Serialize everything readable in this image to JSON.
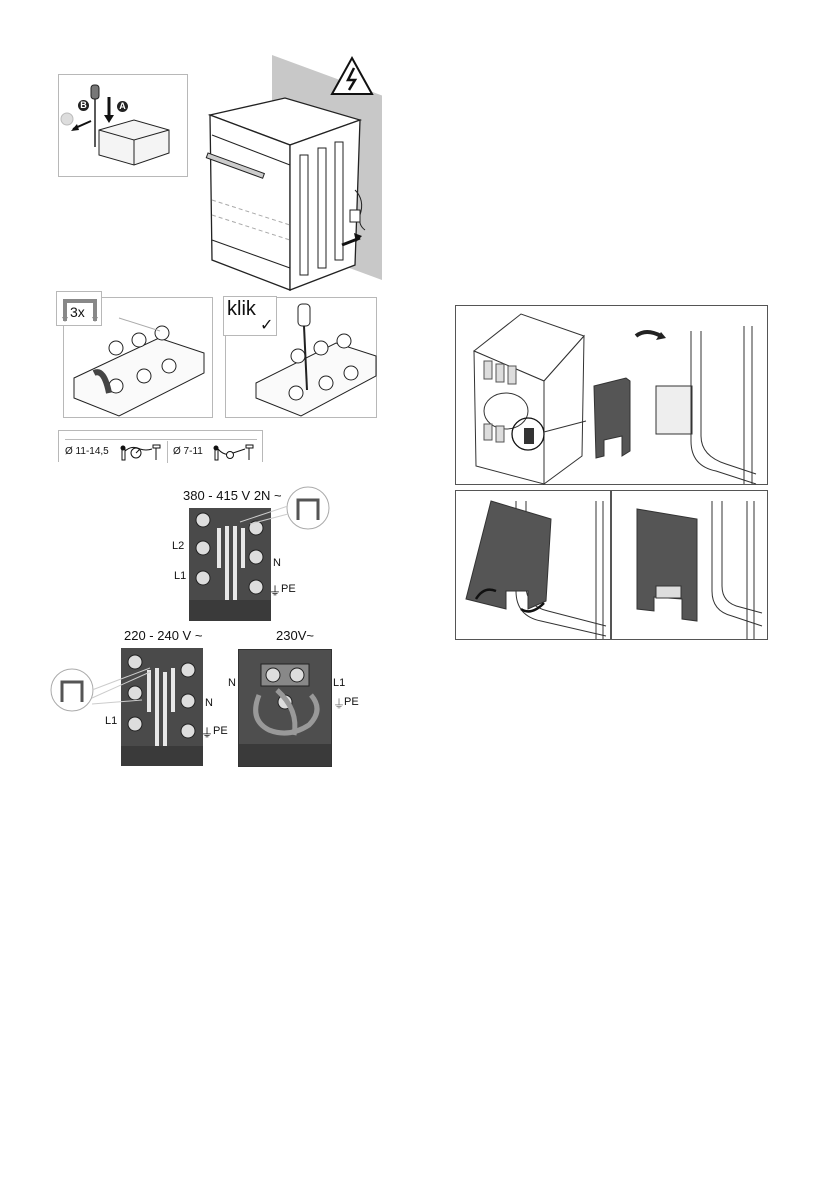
{
  "document": {
    "type": "installation-manual-page",
    "background": "#ffffff"
  },
  "figure_top_left": {
    "name": "connection-box-removal",
    "inset_labels": {
      "step_a": "A",
      "step_b": "B"
    },
    "warning_icon": "electric-hazard-icon",
    "wall_color": "#c8c8c8"
  },
  "figure_strain_relief": {
    "clamp_panel": {
      "label": "3x"
    },
    "screw_panel": {
      "label": "klik",
      "check_glyph": "✓"
    },
    "cable_diameters": [
      {
        "label": "Ø 11-14,5"
      },
      {
        "label": "Ø 7-11"
      }
    ]
  },
  "figure_wiring": {
    "three_phase": {
      "title": "380 - 415 V 2N ~",
      "left_labels": [
        "L2",
        "L1"
      ],
      "right_labels": [
        "N",
        "PE"
      ],
      "earth_glyph": "⏚"
    },
    "single_phase": {
      "title": "220 - 240 V ~",
      "left_labels": [
        "L1"
      ],
      "right_labels": [
        "N",
        "PE"
      ],
      "earth_glyph": "⏚"
    },
    "single_phase_alt": {
      "title": "230V~",
      "left_labels": [
        "N"
      ],
      "right_labels": [
        "L1",
        "PE"
      ],
      "earth_glyph": "⏚"
    },
    "terminal_color": "#4a4a4a"
  },
  "figure_right": {
    "name": "terminal-cover-installation",
    "cover_color": "#555555",
    "frame_color": "#555555"
  }
}
